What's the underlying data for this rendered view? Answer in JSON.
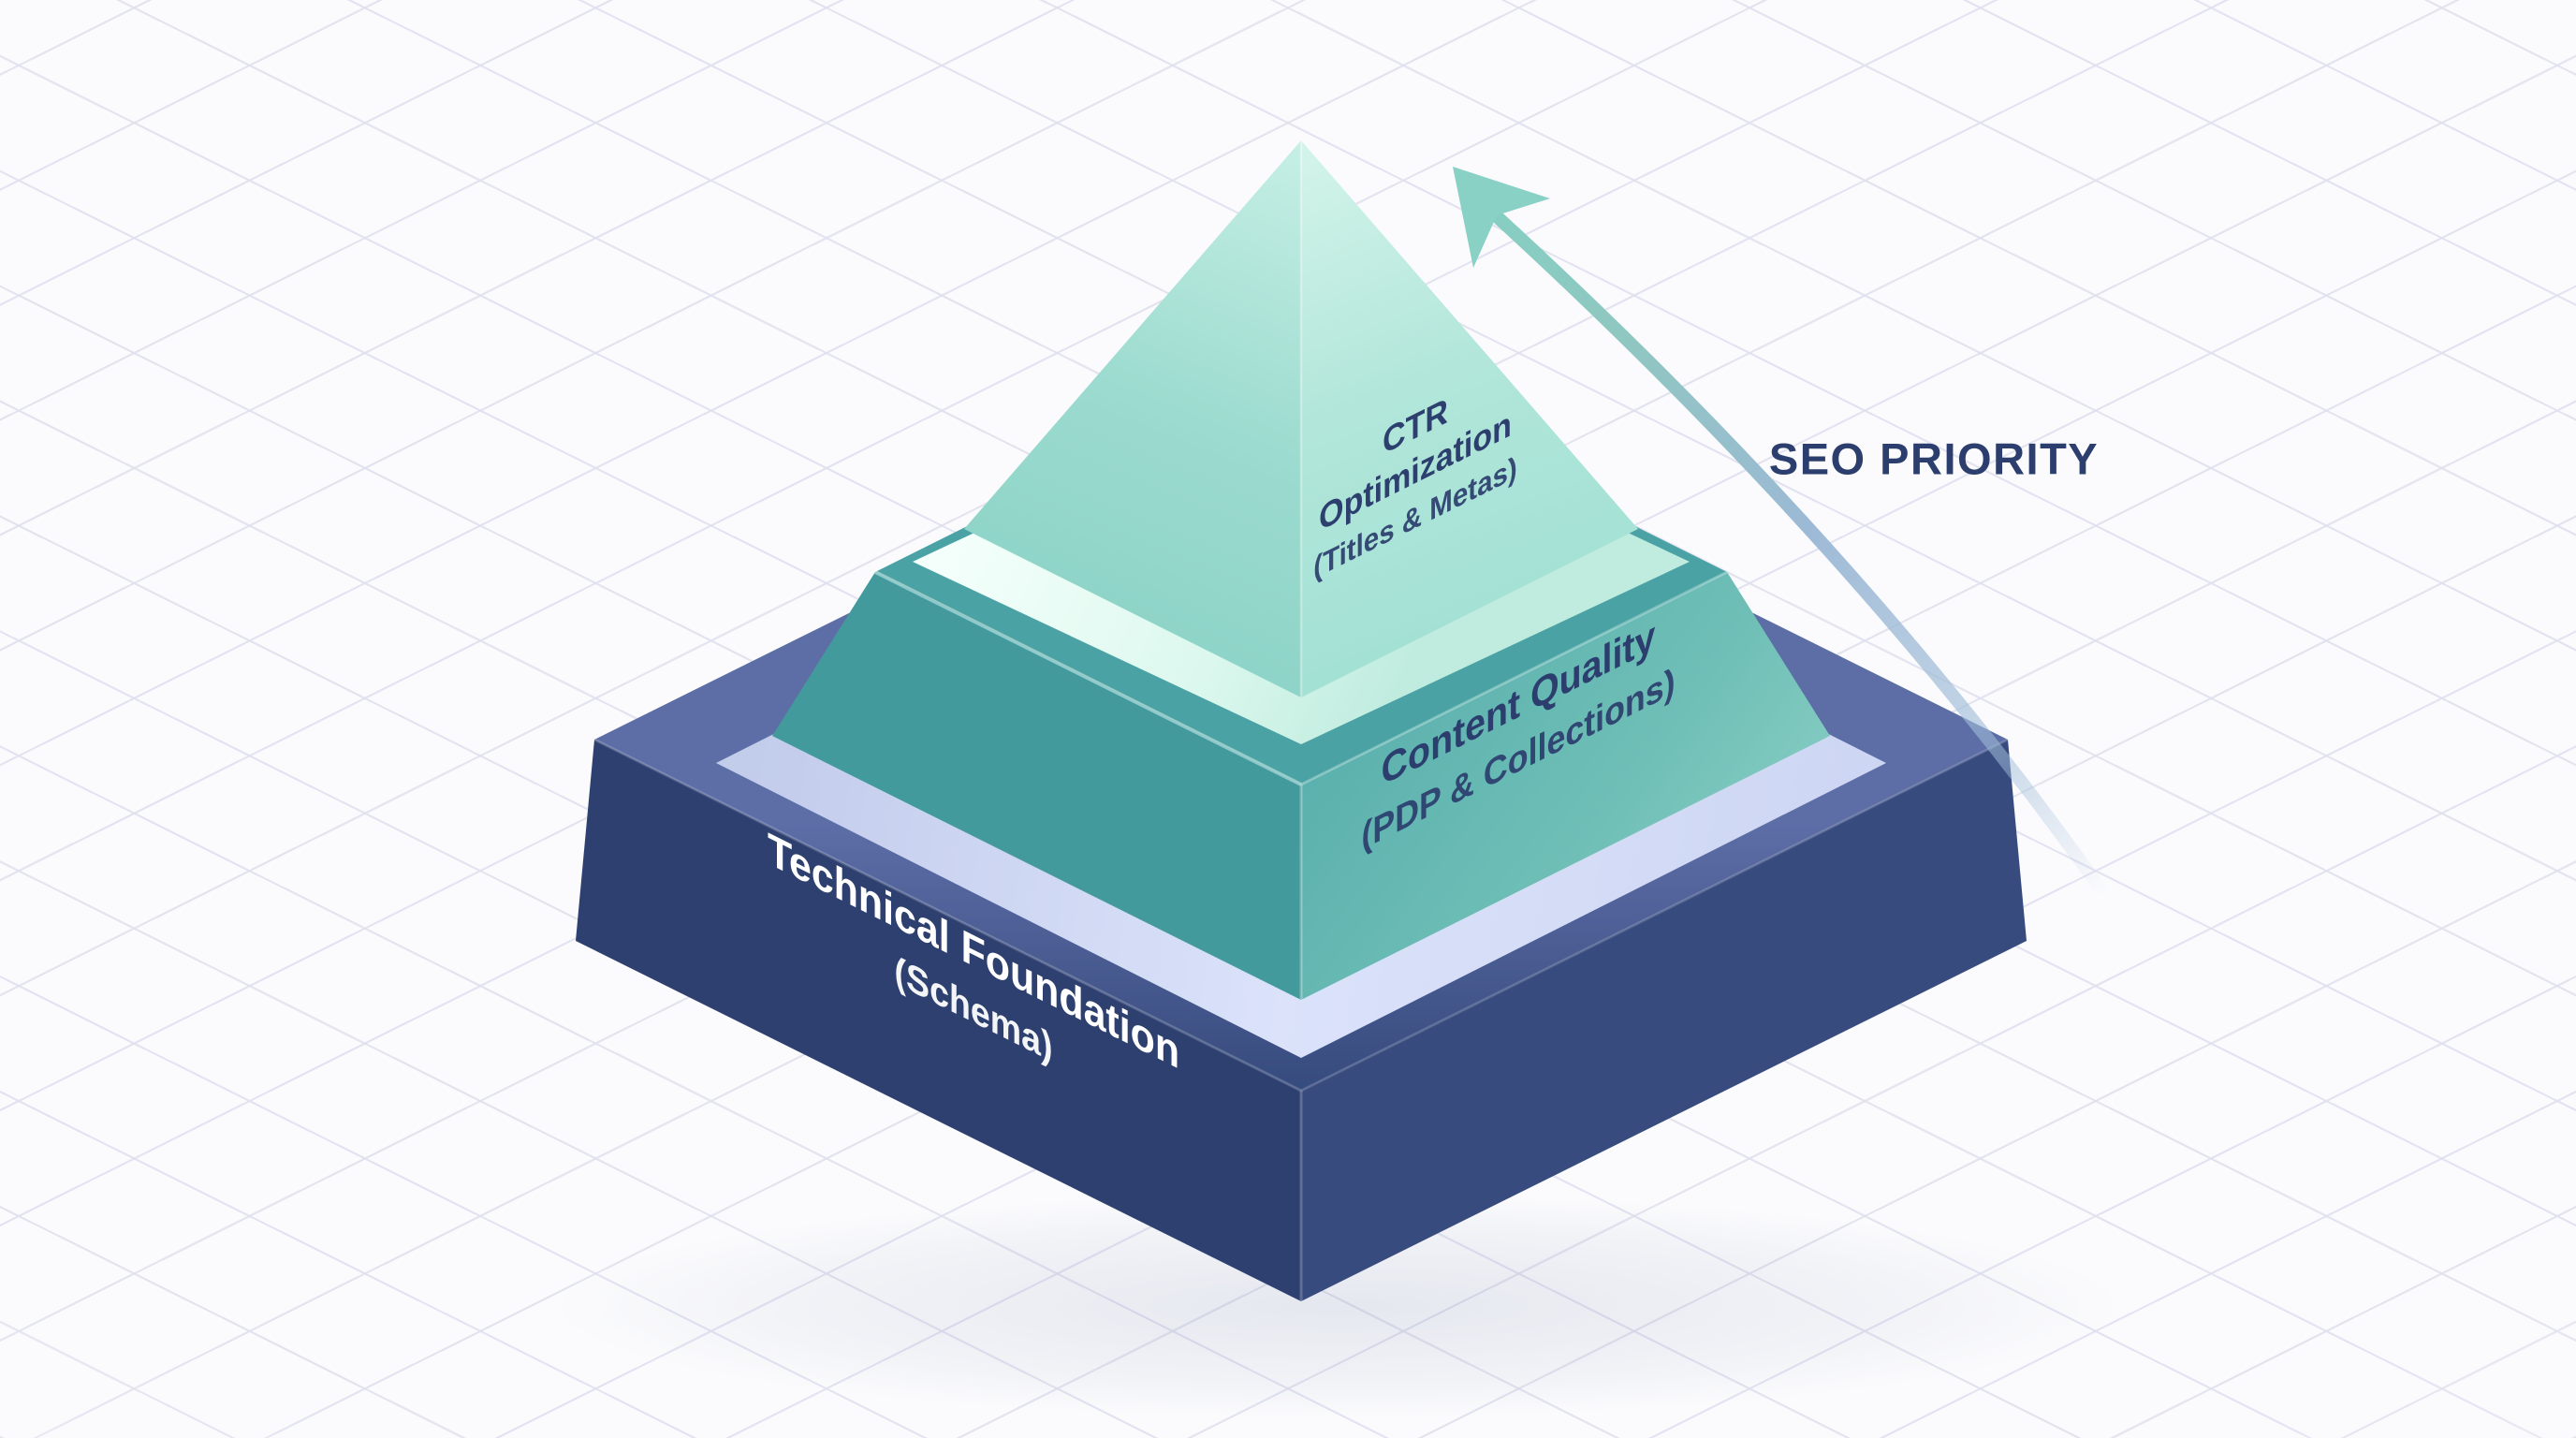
{
  "background": {
    "color": "#fbfbfd",
    "grid_line_color": "#dfe0ee"
  },
  "axis": {
    "label": "SEO PRIORITY",
    "label_color": "#2b3e6d",
    "arrow_gradient_start": "#a4bed8",
    "arrow_gradient_end": "#85cfc2"
  },
  "pyramid": {
    "layers": [
      {
        "id": "ctr-optimization",
        "rank": "top",
        "title_line1": "CTR",
        "title_line2": "Optimization",
        "subtitle": "(Titles & Metas)",
        "text_color": "#2c3f6e",
        "face_left_color": "#8fd3c7",
        "face_right_color": "#a9e2d7",
        "glow_color": "#eafdf5"
      },
      {
        "id": "content-quality",
        "rank": "middle",
        "title": "Content Quality",
        "subtitle": "(PDP & Collections)",
        "text_color": "#2b3e6d",
        "face_left_color": "#429a9d",
        "face_right_color": "#6fbfb7",
        "face_top_color": "#4ba2a5",
        "glow_color": "#d3dbf7"
      },
      {
        "id": "technical-foundation",
        "rank": "bottom",
        "title": "Technical Foundation",
        "subtitle": "(Schema)",
        "text_color": "#ffffff",
        "face_left_color": "#2e4070",
        "face_right_color": "#374b7e",
        "face_top_color": "#4a5b93"
      }
    ]
  }
}
